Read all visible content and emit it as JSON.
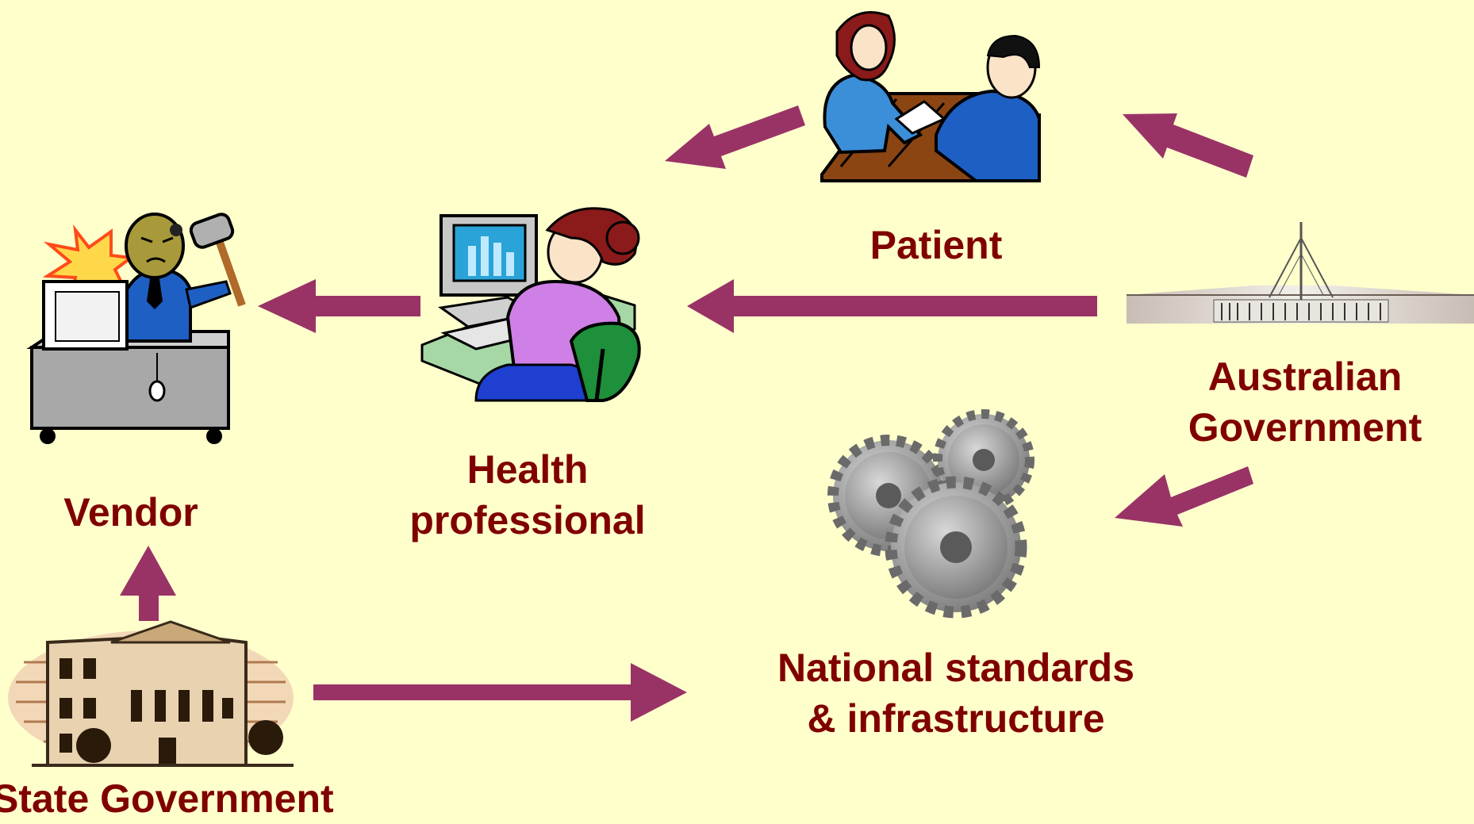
{
  "nodes": {
    "patient": {
      "label": "Patient"
    },
    "health_professional": {
      "label_line1": "Health",
      "label_line2": "professional"
    },
    "vendor": {
      "label": "Vendor"
    },
    "australian_government": {
      "label_line1": "Australian",
      "label_line2": "Government"
    },
    "national_standards": {
      "label_line1": "National standards",
      "label_line2": "& infrastructure"
    },
    "state_government": {
      "label": "State Government"
    }
  },
  "edges": [
    {
      "from": "australian_government",
      "to": "patient"
    },
    {
      "from": "patient",
      "to": "health_professional"
    },
    {
      "from": "australian_government",
      "to": "health_professional"
    },
    {
      "from": "health_professional",
      "to": "vendor"
    },
    {
      "from": "australian_government",
      "to": "national_standards"
    },
    {
      "from": "state_government",
      "to": "vendor"
    },
    {
      "from": "state_government",
      "to": "national_standards"
    }
  ],
  "colors": {
    "background": "#FFFFCC",
    "arrow": "#993366",
    "label_text": "#800000"
  }
}
